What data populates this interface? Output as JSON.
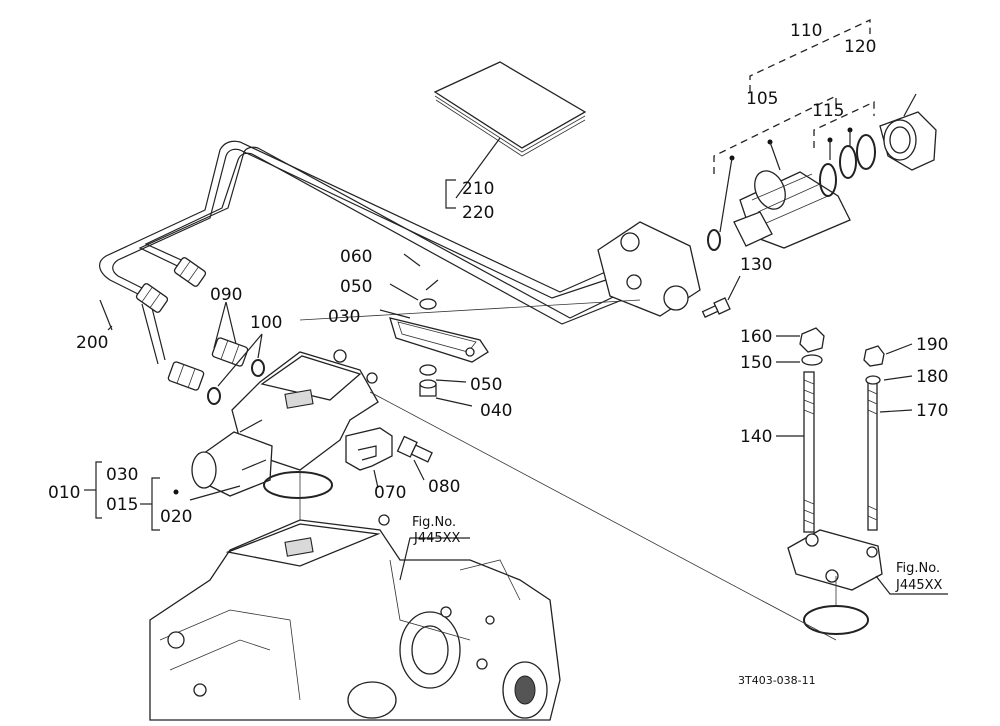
{
  "labels": {
    "p010": "010",
    "p015": "015",
    "p020": "020",
    "p030a": "030",
    "p030b": "030",
    "p040": "040",
    "p050a": "050",
    "p050b": "050",
    "p060": "060",
    "p070": "070",
    "p080": "080",
    "p090": "090",
    "p100": "100",
    "p105": "105",
    "p110": "110",
    "p115": "115",
    "p120": "120",
    "p130": "130",
    "p140": "140",
    "p150": "150",
    "p160": "160",
    "p170": "170",
    "p180": "180",
    "p190": "190",
    "p200": "200",
    "p210": "210",
    "p220": "220"
  },
  "refs": {
    "fig_label_1": "Fig.No.",
    "fig_code_1": "J445XX",
    "fig_label_2": "Fig.No.",
    "fig_code_2": "J445XX"
  },
  "diagram_code": "3T403-038-11"
}
